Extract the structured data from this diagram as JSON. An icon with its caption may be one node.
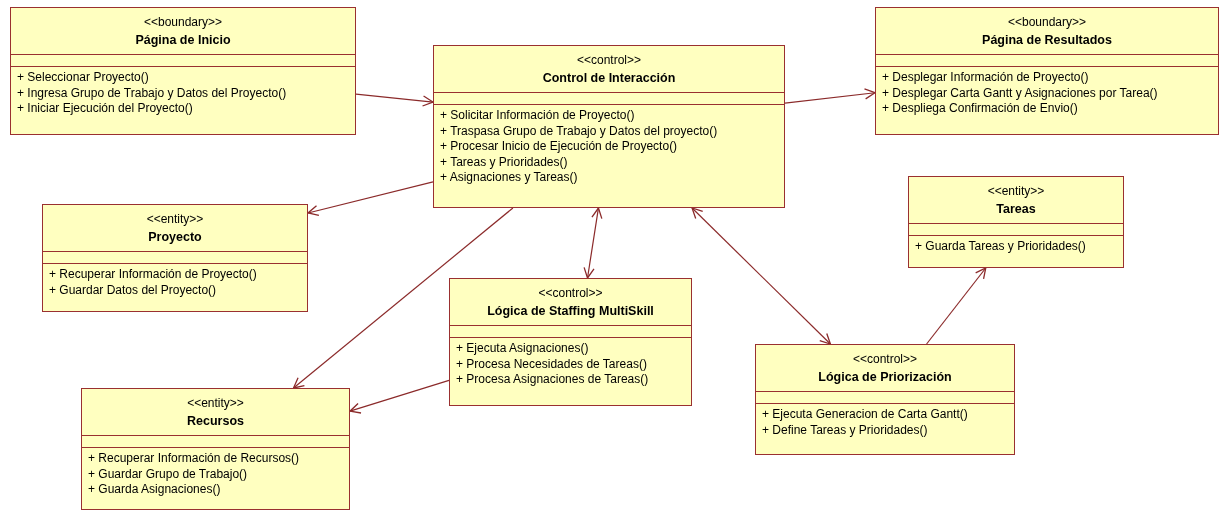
{
  "diagram": {
    "nodes": [
      {
        "text": [
          "<<boundary>>",
          "Página de Inicio",
          "+ Seleccionar Proyecto()",
          "+ Ingresa Grupo de Trabajo y Datos del Proyecto()",
          "+ Iniciar Ejecución del Proyecto()"
        ]
      },
      {
        "text": [
          "<<boundary>>",
          "Página de Resultados",
          "+ Desplegar Información de Proyecto()",
          "+ Desplegar Carta Gantt y Asignaciones por Tarea()",
          "+ Despliega Confirmación de Envio()"
        ]
      },
      {
        "text": [
          "<<control>>",
          "Control de Interacción",
          "+ Solicitar Información de Proyecto()",
          "+ Traspasa Grupo de Trabajo y Datos del proyecto()",
          "+ Procesar Inicio de Ejecución de Proyecto()",
          "+ Tareas y Prioridades()",
          "+ Asignaciones y Tareas()"
        ]
      },
      {
        "text": [
          "<<entity>>",
          "Tareas",
          "+ Guarda Tareas y Prioridades()"
        ]
      },
      {
        "text": [
          "<<entity>>",
          "Proyecto",
          "+ Recuperar Información de Proyecto()",
          "+ Guardar Datos del Proyecto()"
        ]
      },
      {
        "text": [
          "<<control>>",
          "Lógica de Staffing MultiSkill",
          "+ Ejecuta Asignaciones()",
          "+ Procesa Necesidades de Tareas()",
          "+ Procesa Asignaciones de Tareas()"
        ]
      },
      {
        "text": [
          "<<control>>",
          "Lógica de Priorización",
          "+ Ejecuta Generacion de Carta Gantt()",
          "+ Define Tareas y Prioridades()"
        ]
      },
      {
        "text": [
          "<<entity>>",
          "Recursos",
          "+ Recuperar Información de Recursos()",
          "+ Guardar Grupo de Trabajo()",
          "+ Guarda Asignaciones()"
        ]
      }
    ],
    "edges": [
      {
        "from": 0,
        "to": 2,
        "arrow": "to"
      },
      {
        "from": 2,
        "to": 1,
        "arrow": "to"
      },
      {
        "from": 2,
        "to": 4,
        "arrow": "to"
      },
      {
        "from": 2,
        "to": 7,
        "arrow": "to"
      },
      {
        "from": 2,
        "to": 5,
        "arrow": "both"
      },
      {
        "from": 2,
        "to": 6,
        "arrow": "both"
      },
      {
        "from": 5,
        "to": 7,
        "arrow": "to"
      },
      {
        "from": 6,
        "to": 3,
        "arrow": "to"
      }
    ]
  }
}
